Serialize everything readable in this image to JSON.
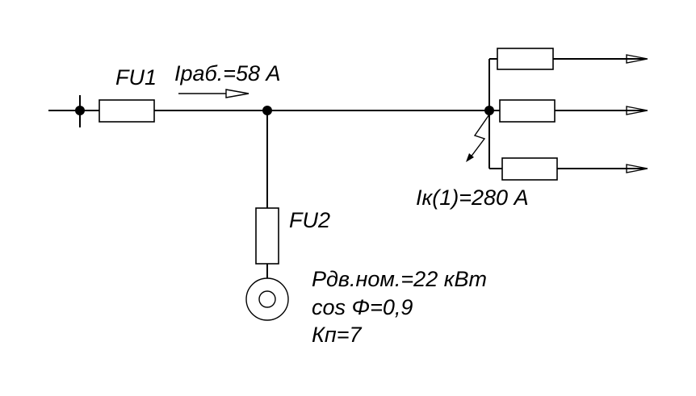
{
  "labels": {
    "fu1": "FU1",
    "current_work": "Iраб.=58 А",
    "fu2": "FU2",
    "short_circuit": "Iк(1)=280 А",
    "motor_power": "Pдв.ном.=22 кВт",
    "cos_phi": "cos Φ=0,9",
    "kp": "Кп=7"
  },
  "colors": {
    "line": "#000000",
    "background": "#ffffff"
  }
}
